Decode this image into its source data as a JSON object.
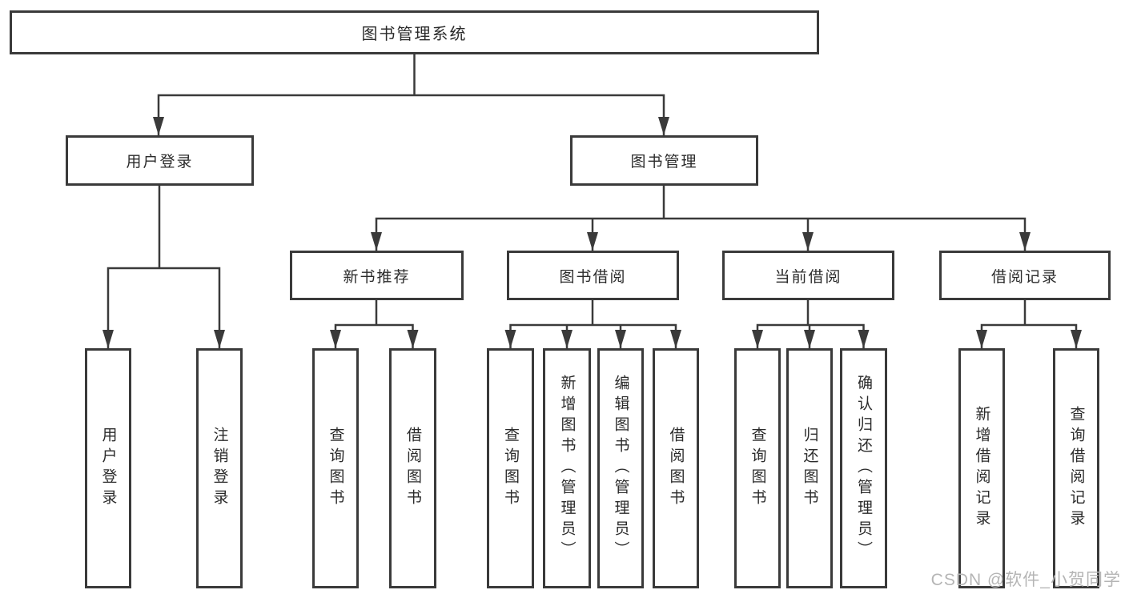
{
  "tree": {
    "root_label": "图书管理系统",
    "branches": [
      {
        "label": "用户登录",
        "leaves": [
          "用户登录",
          "注销登录"
        ]
      },
      {
        "label": "图书管理",
        "groups": [
          {
            "label": "新书推荐",
            "leaves": [
              "查询图书",
              "借阅图书"
            ]
          },
          {
            "label": "图书借阅",
            "leaves": [
              "查询图书",
              "新增图书（管理员）",
              "编辑图书（管理员）",
              "借阅图书"
            ]
          },
          {
            "label": "当前借阅",
            "leaves": [
              "查询图书",
              "归还图书",
              "确认归还（管理员）"
            ]
          },
          {
            "label": "借阅记录",
            "leaves": [
              "新增借阅记录",
              "查询借阅记录"
            ]
          }
        ]
      }
    ]
  },
  "watermark": {
    "text": "CSDN @软件_小贺同学"
  },
  "colors": {
    "line": "#3a3a3a",
    "box_border": "#3a3a3a",
    "box_background": "#ffffff",
    "text": "#2b2b2b",
    "watermark_text": "#b5b5b5"
  }
}
